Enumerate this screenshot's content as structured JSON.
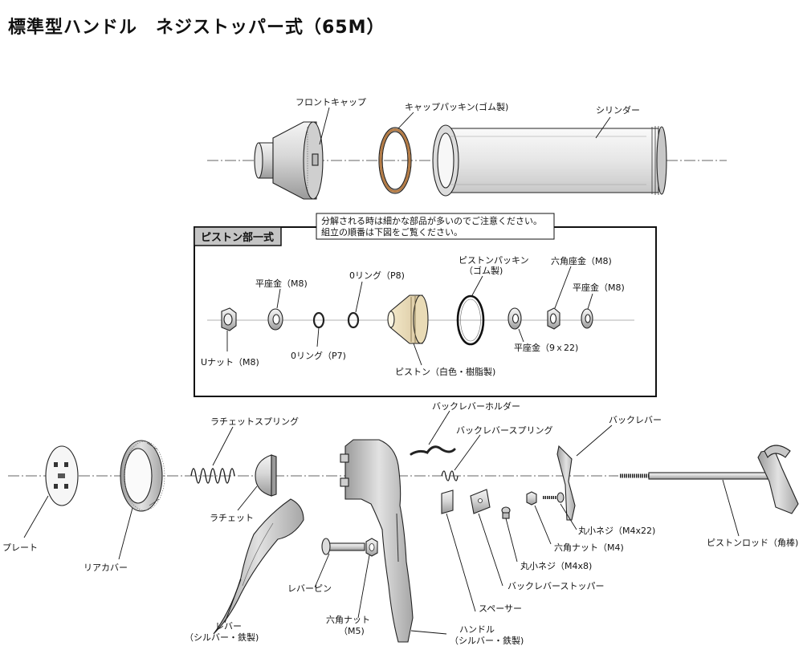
{
  "title": "標準型ハンドル　ネジストッパー式（65M）",
  "upper_labels": {
    "front_cap": "フロントキャップ",
    "cap_packing": "キャップパッキン(ゴム製)",
    "cylinder": "シリンダー"
  },
  "piston_panel": {
    "title": "ピストン部一式",
    "note_line1": "分解される時は細かな部品が多いのでご注意ください。",
    "note_line2": "組立の順番は下図をご覧ください。",
    "labels": {
      "u_nut": "Uナット（M8)",
      "washer_m8_a": "平座金（M8)",
      "oring_p7": "0リング（P7)",
      "oring_p8": "0リング（P8)",
      "piston": "ピストン（白色・樹脂製)",
      "piston_packing_1": "ピストンパッキン",
      "piston_packing_2": "（ゴム製)",
      "washer_9x22": "平座金（9ｘ22)",
      "hex_washer_m8": "六角座金（M8)",
      "washer_m8_b": "平座金（M8)"
    }
  },
  "lower_labels": {
    "plate": "プレート",
    "rear_cover": "リアカバー",
    "ratchet_spring": "ラチェットスプリング",
    "ratchet": "ラチェット",
    "lever_1": "レバー",
    "lever_2": "（シルバー・鉄製)",
    "lever_pin": "レバーピン",
    "hex_nut_m5_1": "六角ナット",
    "hex_nut_m5_2": "（M5)",
    "handle_1": "ハンドル",
    "handle_2": "（シルバー・鉄製)",
    "back_lever_holder": "バックレバーホルダー",
    "back_lever_spring": "バックレバースプリング",
    "back_lever": "バックレバー",
    "spacer": "スペーサー",
    "back_lever_stopper": "バックレバーストッパー",
    "round_screw_m4x8": "丸小ネジ（M4x8)",
    "hex_nut_m4": "六角ナット（M4)",
    "round_screw_m4x22": "丸小ネジ（M4x22)",
    "piston_rod": "ピストンロッド（角棒)"
  }
}
